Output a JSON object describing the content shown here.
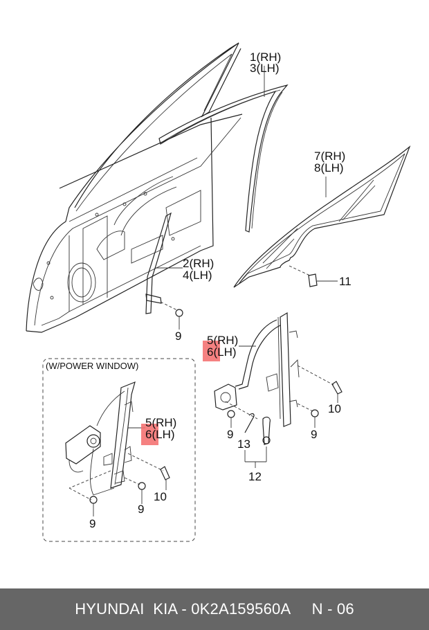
{
  "diagram": {
    "title": "Front door window regulator & glass",
    "power_window_box_label": "(W/POWER WINDOW)",
    "callouts": [
      {
        "id": "c1",
        "line1": "1(RH)",
        "line2": "3(LH)",
        "part": "run channel"
      },
      {
        "id": "c7",
        "line1": "7(RH)",
        "line2": "8(LH)",
        "part": "door glass"
      },
      {
        "id": "c2",
        "line1": "2(RH)",
        "line2": "4(LH)",
        "part": "rear channel"
      },
      {
        "id": "c5a",
        "line1": "5(RH)",
        "line2_num": "6",
        "line2_rest": "(LH)",
        "part": "window regulator (manual)",
        "highlighted": true
      },
      {
        "id": "c5b",
        "line1": "5(RH)",
        "line2_num": "6",
        "line2_rest": "(LH)",
        "part": "window regulator (power)",
        "highlighted": true
      }
    ],
    "numbers": {
      "n9_channel": "9",
      "n11": "11",
      "n9_manual_left": "9",
      "n9_manual_right": "9",
      "n10_manual": "10",
      "n13": "13",
      "n12": "12",
      "n9_power_left": "9",
      "n9_power_right": "9",
      "n10_power": "10"
    },
    "highlight_color": "#f36b6b"
  },
  "footer": {
    "text": "HYUNDAI  KIA - 0K2A159560A     N - 06",
    "background": "#666666"
  }
}
